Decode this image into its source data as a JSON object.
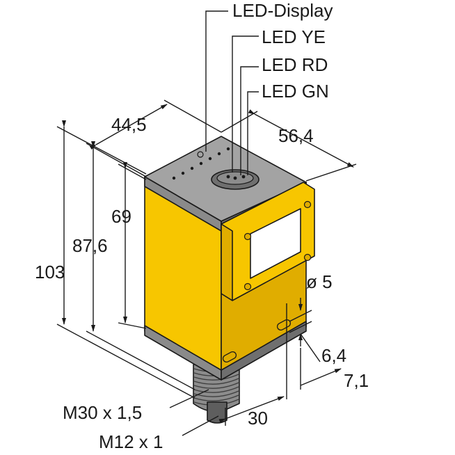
{
  "colors": {
    "housing": "#f7c600",
    "housing_side": "#e0ad00",
    "cap_top": "#a3a3a3",
    "cap_side": "#8a8a8a",
    "cap_dark": "#6f6f6f",
    "lens": "#ffffff",
    "connector": "#8c8c8c",
    "connector_dark": "#5e5e5e",
    "line": "#1a1a1a"
  },
  "leds": {
    "display": "LED-Display",
    "yellow": "LED YE",
    "red": "LED RD",
    "green": "LED GN"
  },
  "dimensions": {
    "depth": "44,5",
    "width": "56,4",
    "height_total": "103",
    "height_body": "87,6",
    "height_housing": "69",
    "hole_diameter": "ø 5",
    "hole_offset": "6,4",
    "hole_edge": "7,1",
    "thread_pitch": "30"
  },
  "threads": {
    "large": "M30 x 1,5",
    "small": "M12 x 1"
  }
}
